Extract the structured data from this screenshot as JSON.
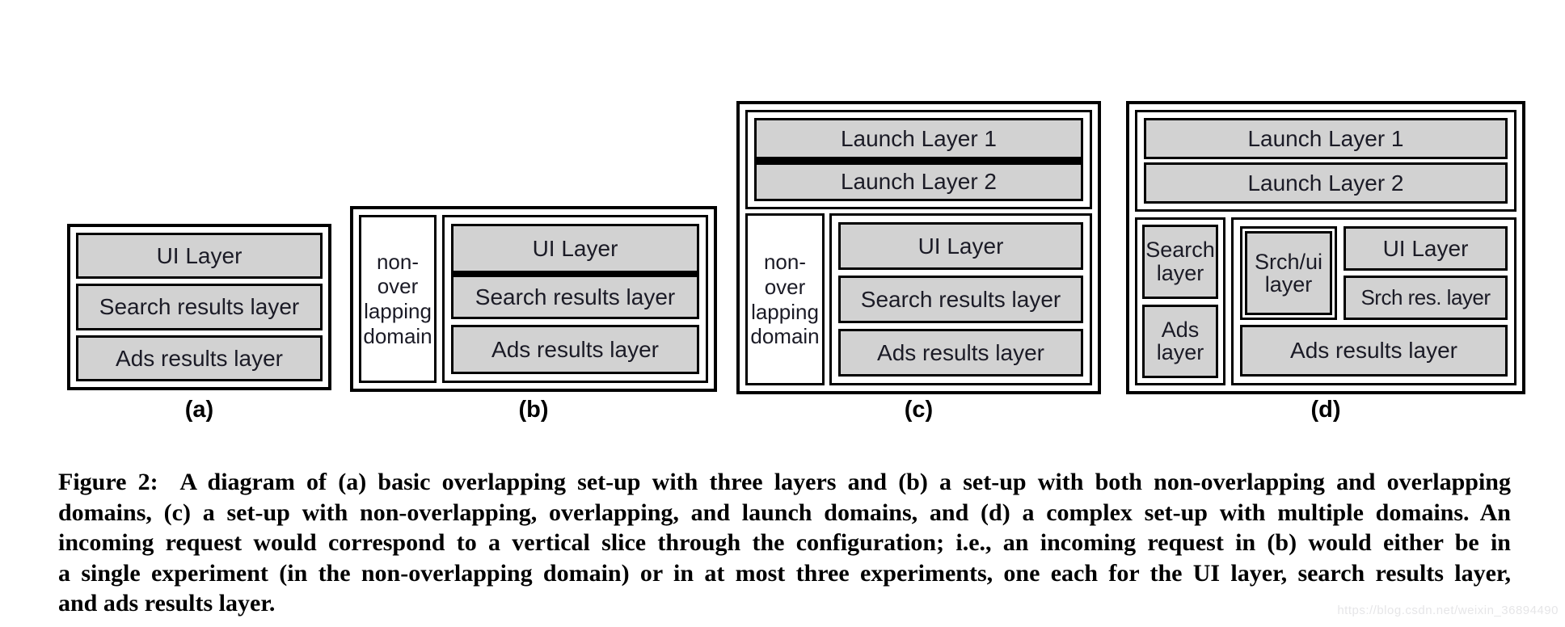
{
  "figure": {
    "diagrams": [
      {
        "id": "a",
        "label": "(a)",
        "layers": {
          "ui": "UI Layer",
          "search": "Search results layer",
          "ads": "Ads results layer"
        }
      },
      {
        "id": "b",
        "label": "(b)",
        "non_overlapping_domain": [
          "non-",
          "over",
          "lapping",
          "domain"
        ],
        "layers": {
          "ui": "UI Layer",
          "search": "Search results layer",
          "ads": "Ads results layer"
        }
      },
      {
        "id": "c",
        "label": "(c)",
        "launch_layers": {
          "l1": "Launch Layer 1",
          "l2": "Launch Layer 2"
        },
        "non_overlapping_domain": [
          "non-",
          "over",
          "lapping",
          "domain"
        ],
        "layers": {
          "ui": "UI Layer",
          "search": "Search results layer",
          "ads": "Ads results layer"
        }
      },
      {
        "id": "d",
        "label": "(d)",
        "launch_layers": {
          "l1": "Launch Layer 1",
          "l2": "Launch Layer 2"
        },
        "left_domain": {
          "search": "Search layer",
          "ads": "Ads layer"
        },
        "right_domain": {
          "srch_ui": "Srch/ui layer",
          "ui": "UI Layer",
          "srch_res": "Srch res. layer",
          "ads_results": "Ads results layer"
        }
      }
    ],
    "caption_lines": [
      "Figure 2:  A diagram of (a) basic overlapping set-up with three layers and (b) a set-up with both non-overlapping and overlapping",
      "domains, (c) a set-up with non-overlapping, overlapping, and launch domains, and (d) a complex set-up with multiple domains. An",
      "incoming request would correspond to a vertical slice through the configuration; i.e., an incoming request in (b) would either be in",
      "a single experiment (in the non-overlapping domain) or in at most three experiments, one each for the UI layer, search results layer,",
      "and ads results layer."
    ]
  },
  "watermark": "https://blog.csdn.net/weixin_36894490",
  "colors": {
    "box_fill": "#d2d2d2",
    "border": "#000000",
    "text": "#1b1b26",
    "watermark": "#e6e6e8"
  }
}
